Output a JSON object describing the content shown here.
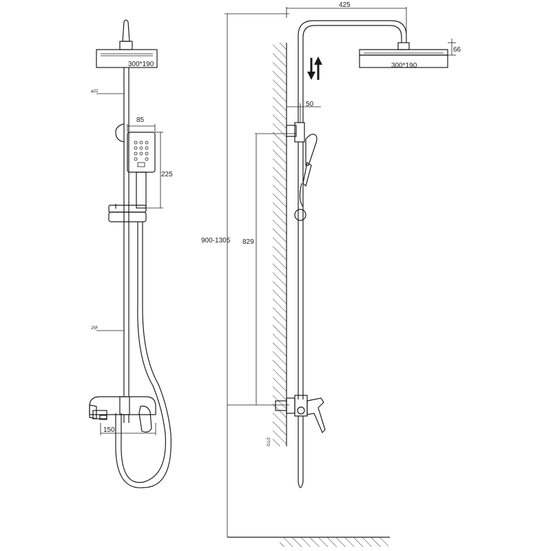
{
  "front_view": {
    "head_size_label": "300*190",
    "pipe_top_label": "φ22",
    "handset_width_label": "85",
    "handset_height_label": "225",
    "pipe_lower_label": "25F",
    "mixer_width_label": "150"
  },
  "side_view": {
    "arm_reach_label": "425",
    "head_height_label": "66",
    "head_size_label": "300*190",
    "wall_offset_label": "50",
    "handset_height_label": "829",
    "total_height_label": "900-1305",
    "inlet_label": "G1/2"
  }
}
